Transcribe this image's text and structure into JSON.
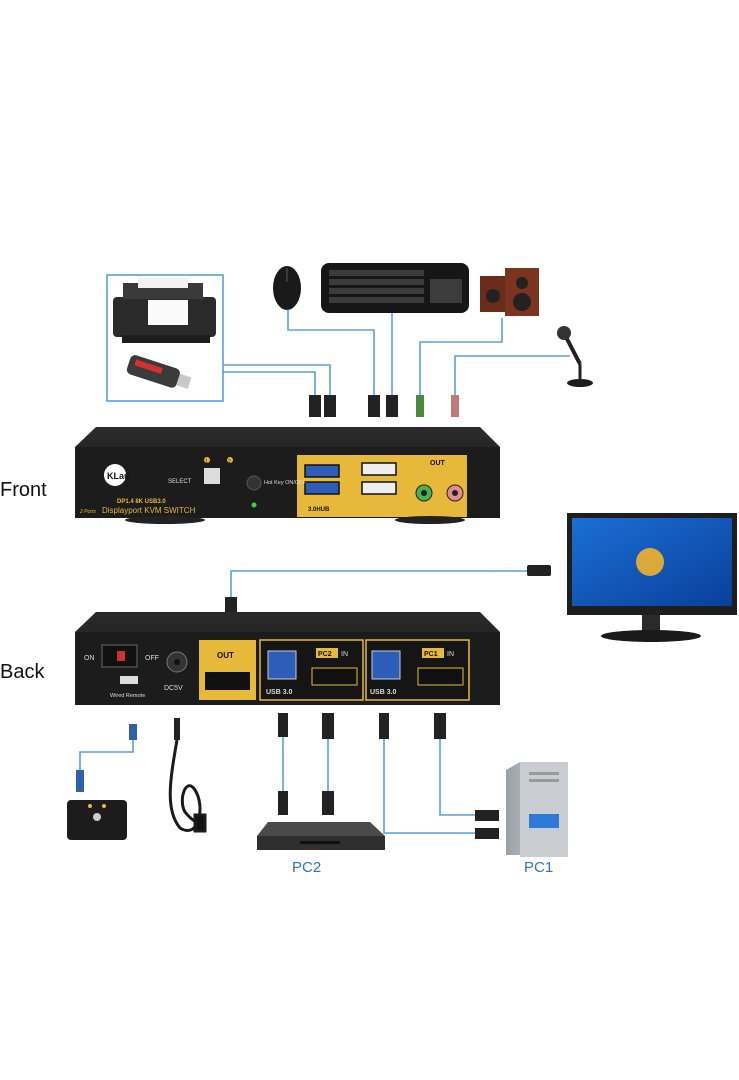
{
  "labels": {
    "front": "Front",
    "back": "Back",
    "pc1": "PC1",
    "pc2": "PC2"
  },
  "front_panel": {
    "brand": "KLau",
    "select": "SELECT",
    "port1": "1",
    "port2": "2",
    "hotkey": "Hot Key ON/OFF",
    "model_line1": "DP1.4 8K USB3.0",
    "model_prefix": "2 Ports",
    "model_line2": "Displayport KVM SWITCH",
    "usb_hub": "3.0HUB",
    "out": "OUT"
  },
  "back_panel": {
    "on": "ON",
    "off": "OFF",
    "wired_remote": "Wired Remote",
    "dc": "DC5V",
    "out": "OUT",
    "pc2_in": "PC2",
    "pc1_in": "PC1",
    "in": "IN",
    "usb30_a": "USB 3.0",
    "usb30_b": "USB 3.0"
  },
  "colors": {
    "device_body": "#1c1c1c",
    "accent_gold": "#e6b93b",
    "wire": "#5aa0d8",
    "label_blue": "#2d73c4"
  },
  "icons": [
    "printer-icon",
    "usb-flash-drive-icon",
    "mouse-icon",
    "keyboard-icon",
    "speakers-icon",
    "microphone-icon",
    "monitor-icon",
    "wired-remote-icon",
    "power-adapter-icon",
    "mini-pc-icon",
    "tower-pc-icon"
  ]
}
